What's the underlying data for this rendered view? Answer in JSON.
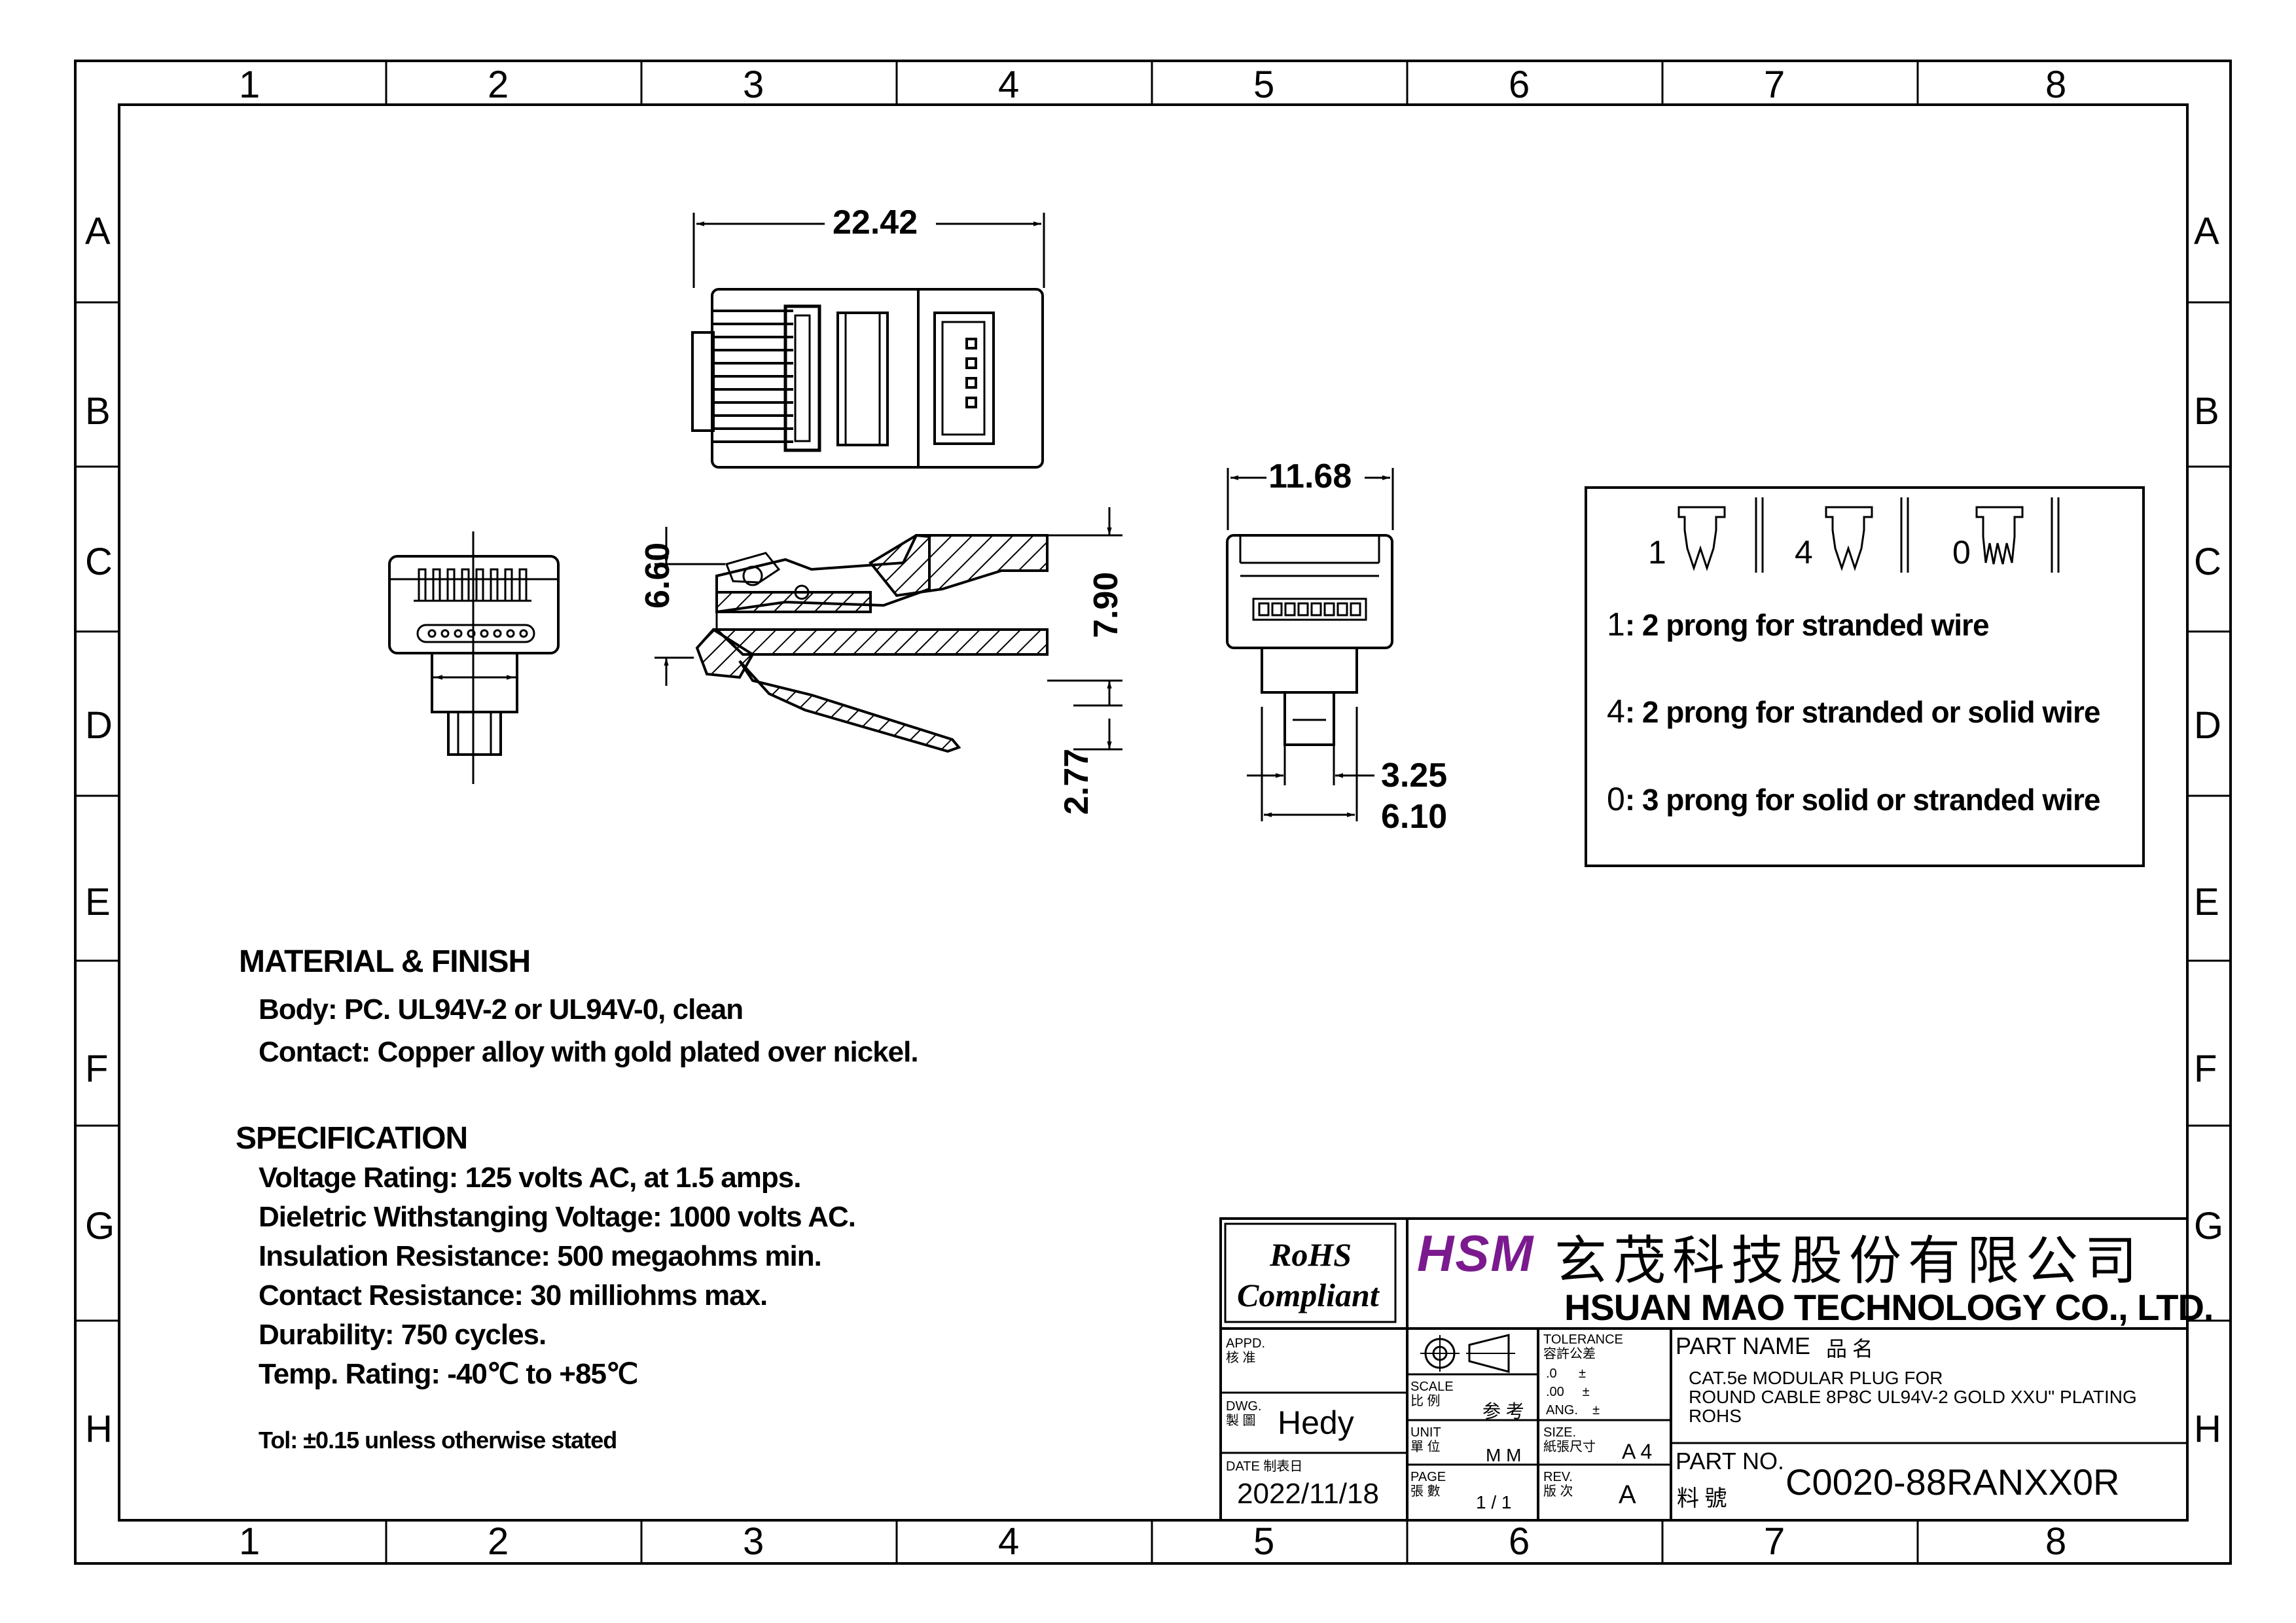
{
  "border": {
    "columns": [
      "1",
      "2",
      "3",
      "4",
      "5",
      "6",
      "7",
      "8"
    ],
    "rows": [
      "A",
      "B",
      "C",
      "D",
      "E",
      "F",
      "G",
      "H"
    ]
  },
  "dimensions": {
    "top_width": "22.42",
    "side_height_inner": "6.60",
    "side_height_outer": "7.90",
    "latch_drop": "2.77",
    "front_width": "11.68",
    "front_tab_inner": "3.25",
    "front_tab_outer": "6.10"
  },
  "prong_box": {
    "icon_labels": [
      "1",
      "4",
      "0"
    ],
    "lines": [
      {
        "code": "1",
        "text": ": 2 prong for stranded wire"
      },
      {
        "code": "4",
        "text": ": 2 prong for stranded or solid wire"
      },
      {
        "code": "0",
        "text": ": 3 prong for solid or stranded wire"
      }
    ]
  },
  "material": {
    "heading": "MATERIAL & FINISH",
    "body": "Body: PC. UL94V-2 or UL94V-0, clean",
    "contact": "Contact: Copper alloy with gold plated over nickel."
  },
  "specification": {
    "heading": "SPECIFICATION",
    "items": [
      "Voltage Rating: 125 volts AC, at 1.5 amps.",
      "Dieletric Withstanging Voltage: 1000 volts AC.",
      "Insulation Resistance: 500 megaohms min.",
      "Contact Resistance: 30 milliohms max.",
      "Durability: 750 cycles.",
      "Temp. Rating: -40℃ to +85℃"
    ],
    "tolerance_note": "Tol: ±0.15 unless otherwise stated"
  },
  "title_block": {
    "rohs_line1": "RoHS",
    "rohs_line2": "Compliant",
    "logo": "HSM",
    "company_cn": "玄茂科技股份有限公司",
    "company_en": "HSUAN MAO TECHNOLOGY CO., LTD.",
    "appd_en": "APPD.",
    "appd_cn": "核 准",
    "dwg_en": "DWG.",
    "dwg_cn": "製 圖",
    "drawn_by": "Hedy",
    "date_label": "DATE  制表日",
    "date": "2022/11/18",
    "scale_en": "SCALE",
    "scale_cn": "比 例",
    "scale_value": "参 考",
    "unit_en": "UNIT",
    "unit_cn": "單 位",
    "unit_value": "M M",
    "page_en": "PAGE",
    "page_cn": "張 數",
    "page_value": "1 / 1",
    "tolerance_en": "TOLERANCE",
    "tolerance_cn": "容許公差",
    "tol_rows": [
      ".0      ±",
      ".00     ±",
      "ANG.    ±"
    ],
    "size_en": "SIZE.",
    "size_cn": "紙張尺寸",
    "size_value": "A 4",
    "rev_en": "REV.",
    "rev_cn": "版 次",
    "rev_value": "A",
    "part_name_label": "PART NAME",
    "part_name_cn": "品   名",
    "part_name_lines": [
      "CAT.5e MODULAR PLUG FOR",
      "ROUND CABLE 8P8C UL94V-2 GOLD XXU\" PLATING",
      "ROHS"
    ],
    "part_no_label": "PART NO.",
    "part_no_cn": "料   號",
    "part_no": "C0020-88RANXX0R"
  },
  "colors": {
    "line": "#000000",
    "logo": "#7b1a8e",
    "paper": "#ffffff"
  }
}
